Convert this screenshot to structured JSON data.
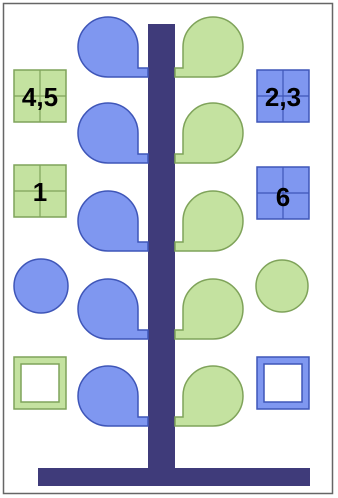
{
  "colors": {
    "trunk": "#3f3b7a",
    "blue_fill": "#7f97f0",
    "blue_stroke": "#3f56b8",
    "green_fill": "#c4e2a0",
    "green_stroke": "#7fa35a",
    "frame": "#666666"
  },
  "left_tiles": [
    {
      "label": "4,5"
    },
    {
      "label": "1"
    }
  ],
  "right_tiles": [
    {
      "label": "2,3"
    },
    {
      "label": "6"
    }
  ],
  "icons": {
    "left_circle": "blue-circle-icon",
    "right_circle": "green-circle-icon",
    "left_empty_square": "green-empty-square-icon",
    "right_empty_square": "blue-empty-square-icon"
  }
}
